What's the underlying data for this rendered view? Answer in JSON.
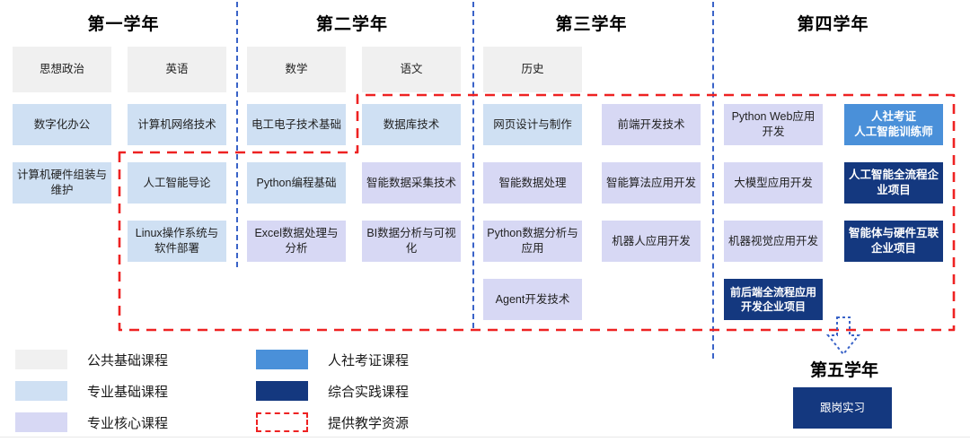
{
  "years": [
    {
      "label": "第一学年"
    },
    {
      "label": "第二学年"
    },
    {
      "label": "第三学年"
    },
    {
      "label": "第四学年"
    }
  ],
  "fifth_year": {
    "label": "第五学年",
    "course": {
      "name": "跟岗实习",
      "category": "practice"
    },
    "arrow": "down-arrow-dotted"
  },
  "columns": [
    {
      "courses": [
        {
          "name": "思想政治",
          "category": "public"
        },
        {
          "name": "数字化办公",
          "category": "basic"
        },
        {
          "name": "计算机硬件组装与维护",
          "category": "basic"
        }
      ]
    },
    {
      "courses": [
        {
          "name": "英语",
          "category": "public"
        },
        {
          "name": "计算机网络技术",
          "category": "basic"
        },
        {
          "name": "人工智能导论",
          "category": "basic"
        },
        {
          "name": "Linux操作系统与软件部署",
          "category": "basic"
        }
      ]
    },
    {
      "courses": [
        {
          "name": "数学",
          "category": "public"
        },
        {
          "name": "电工电子技术基础",
          "category": "basic"
        },
        {
          "name": "Python编程基础",
          "category": "basic"
        },
        {
          "name": "Excel数据处理与分析",
          "category": "core"
        }
      ]
    },
    {
      "courses": [
        {
          "name": "语文",
          "category": "public"
        },
        {
          "name": "数据库技术",
          "category": "basic"
        },
        {
          "name": "智能数据采集技术",
          "category": "core"
        },
        {
          "name": "BI数据分析与可视化",
          "category": "core"
        }
      ]
    },
    {
      "courses": [
        {
          "name": "历史",
          "category": "public"
        },
        {
          "name": "网页设计与制作",
          "category": "basic"
        },
        {
          "name": "智能数据处理",
          "category": "core"
        },
        {
          "name": "Python数据分析与应用",
          "category": "core"
        },
        {
          "name": "Agent开发技术",
          "category": "core"
        }
      ]
    },
    {
      "courses": [
        {
          "name": "前端开发技术",
          "category": "core"
        },
        {
          "name": "智能算法应用开发",
          "category": "core"
        },
        {
          "name": "机器人应用开发",
          "category": "core"
        }
      ]
    },
    {
      "courses": [
        {
          "name": "Python Web应用开发",
          "category": "core"
        },
        {
          "name": "大模型应用开发",
          "category": "core"
        },
        {
          "name": "机器视觉应用开发",
          "category": "core"
        },
        {
          "name": "前后端全流程应用开发企业项目",
          "category": "practice"
        }
      ]
    },
    {
      "courses": [
        {
          "name": "人社考证\n人工智能训练师",
          "category": "cert"
        },
        {
          "name": "人工智能全流程企业项目",
          "category": "practice"
        },
        {
          "name": "智能体与硬件互联企业项目",
          "category": "practice"
        }
      ]
    }
  ],
  "legend": [
    {
      "label": "公共基础课程",
      "swatch": "public",
      "color": "#f0f0f0"
    },
    {
      "label": "专业基础课程",
      "swatch": "basic",
      "color": "#cfe0f3"
    },
    {
      "label": "专业核心课程",
      "swatch": "core",
      "color": "#d7d8f4"
    },
    {
      "label": "人社考证课程",
      "swatch": "cert",
      "color": "#4a90d9"
    },
    {
      "label": "综合实践课程",
      "swatch": "practice",
      "color": "#14387f"
    },
    {
      "label": "提供教学资源",
      "swatch": "resource",
      "color": "#ee2222"
    }
  ],
  "colors": {
    "public": "#f0f0f0",
    "basic": "#cfe0f3",
    "core": "#d7d8f4",
    "cert": "#4a90d9",
    "practice": "#14387f",
    "resource_outline": "#ee2222",
    "year_divider": "#3a63c8",
    "arrow": "#3a63c8"
  }
}
